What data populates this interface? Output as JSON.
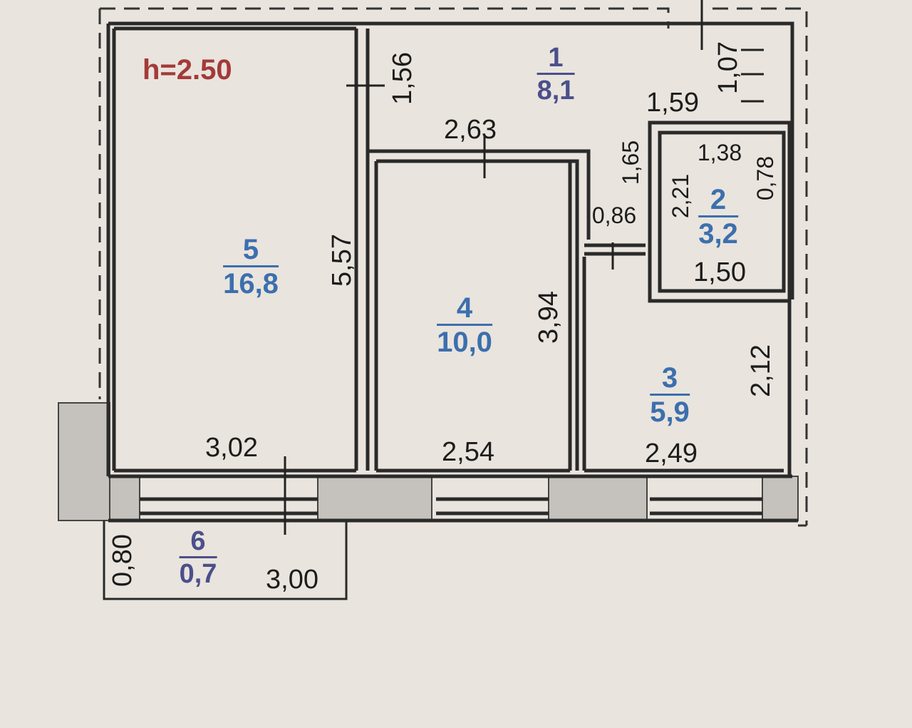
{
  "plan": {
    "ceiling_height": "h=2.50",
    "rooms": [
      {
        "number": "1",
        "area": "8,1"
      },
      {
        "number": "2",
        "area": "3,2"
      },
      {
        "number": "3",
        "area": "5,9"
      },
      {
        "number": "4",
        "area": "10,0"
      },
      {
        "number": "5",
        "area": "16,8"
      },
      {
        "number": "6",
        "area": "0,7"
      }
    ],
    "dimensions": {
      "room5_height": "5,57",
      "room5_width": "3,02",
      "room4_top": "2,63",
      "room4_height": "3,94",
      "room4_width": "2,54",
      "corridor_depth": "1,56",
      "room1_width": "1,59",
      "door_width": "1,07",
      "passage_depth": "1,65",
      "passage_width": "0,86",
      "room2_top": "1,38",
      "room2_height": "2,21",
      "room2_side": "0,78",
      "room2_bottom": "1,50",
      "room3_height": "2,12",
      "room3_width": "2,49",
      "balcony_depth": "0,80",
      "balcony_width": "3,00"
    },
    "colors": {
      "wall": "#2a2a2a",
      "hatch": "#c5c1bc",
      "area_blue": "#3c6fae",
      "area_navy": "#4b4f8c",
      "height_red": "#a33a3a",
      "paper": "#e9e4dd"
    }
  }
}
